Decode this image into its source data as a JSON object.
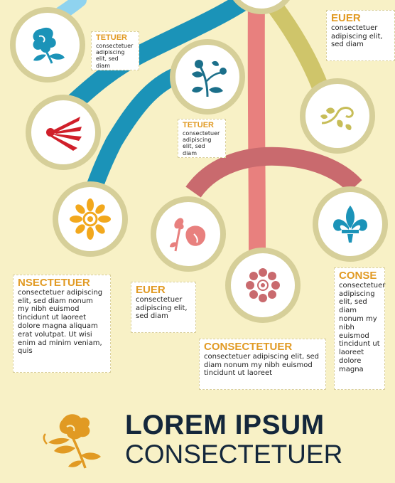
{
  "title": "LOREM IPSUM",
  "subtitle": "CONSECTETUER",
  "callouts": [
    {
      "heading": "TETUER",
      "body": "consectetuer adipiscing elit, sed diam"
    },
    {
      "heading": "TETUER",
      "body": "consectetuer adipiscing elit, sed diam"
    },
    {
      "heading": "EUER",
      "body": "consectetuer adipiscing elit, sed diam"
    },
    {
      "heading": "NSECTETUER",
      "body": "consectetuer adipiscing elit, sed diam nonum my nibh euismod tincidunt ut laoreet dolore magna aliquam erat volutpat. Ut wisi enim ad minim veniam, quis"
    },
    {
      "heading": "EUER",
      "body": "consectetuer adipiscing elit, sed diam"
    },
    {
      "heading": "CONSECTETUER",
      "body": "consectetuer adipiscing elit, sed diam nonum my nibh euismod tincidunt ut laoreet"
    },
    {
      "heading": "CONSE",
      "body": "consectetuer adipiscing elit, sed diam nonum my nibh euismod tincidunt ut laoreet dolore magna"
    }
  ],
  "colors": {
    "background": "#f8f1c6",
    "branch_light_blue": "#8fd3ef",
    "branch_blue": "#1b93b8",
    "branch_olive": "#cfc56a",
    "branch_pink": "#e8807e",
    "branch_rose": "#c96a6e",
    "node_ring": "#d6cf99",
    "heading_orange": "#e19a23",
    "title_navy": "#14273b"
  },
  "icons": [
    "flower-bouquet-icon",
    "floral-sprig-icon",
    "curl-ornament-icon",
    "feather-plume-icon",
    "sunflower-icon",
    "tulip-icon",
    "fleur-de-lis-icon",
    "daisy-icon",
    "rose-branch-logo-icon"
  ]
}
